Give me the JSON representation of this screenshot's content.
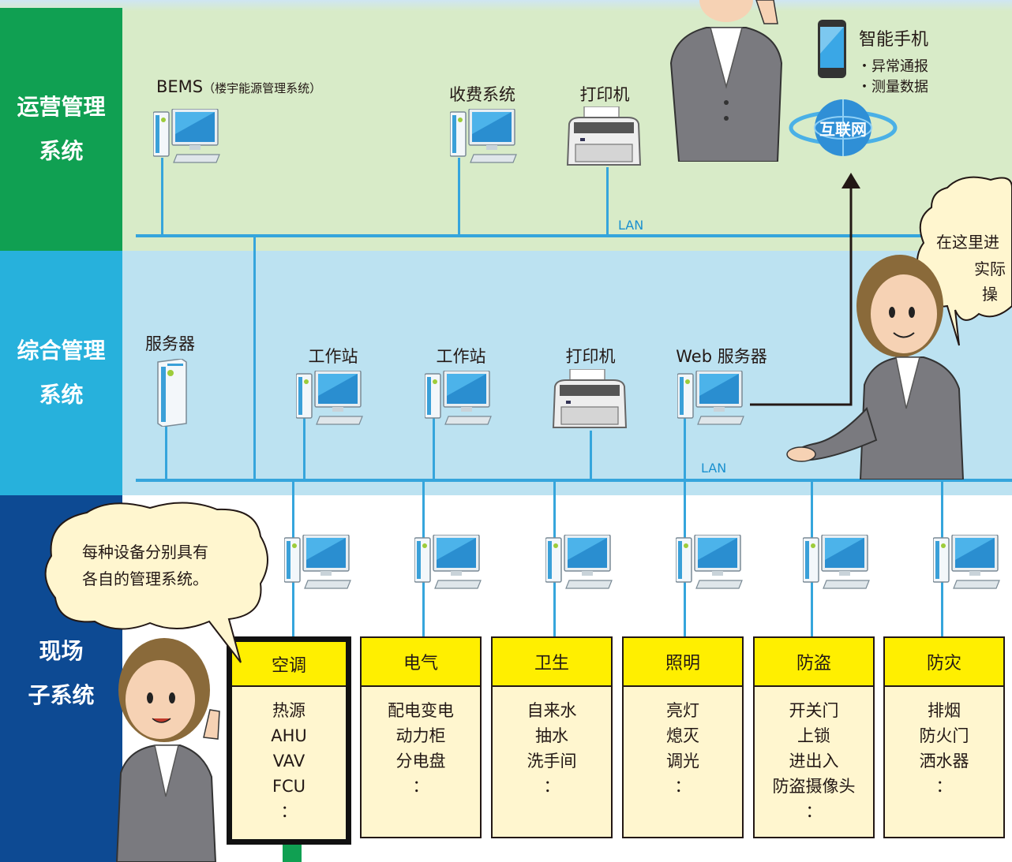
{
  "layers": {
    "ops": {
      "line1": "运营管理",
      "line2": "系统",
      "color": "#10a052"
    },
    "integrated": {
      "line1": "综合管理",
      "line2": "系统",
      "color": "#27b1dc"
    },
    "field": {
      "line1": "现场",
      "line2": "子系统",
      "color": "#0d4a93"
    }
  },
  "ops_layer": {
    "bems_label": "BEMS",
    "bems_sub": "（楼宇能源管理系统）",
    "billing_label": "收费系统",
    "printer_label": "打印机",
    "lan_label": "LAN",
    "smartphone_label": "智能手机",
    "smartphone_items": [
      "・异常通报",
      "・测量数据"
    ],
    "internet_label": "互联网"
  },
  "integrated_layer": {
    "server_label": "服务器",
    "workstation1_label": "工作站",
    "workstation2_label": "工作站",
    "printer_label": "打印机",
    "web_server_label": "Web 服务器",
    "lan_label": "LAN"
  },
  "bubbles": {
    "right_line1": "在这里进",
    "right_line2": "实际操",
    "left_line1": "每种设备分别具有",
    "left_line2": "各自的管理系统。"
  },
  "subsystems": [
    {
      "title": "空调",
      "items": "热源\nAHU\nVAV\nFCU\n：",
      "selected": true
    },
    {
      "title": "电气",
      "items": "配电变电\n动力柜\n分电盘\n：",
      "selected": false
    },
    {
      "title": "卫生",
      "items": "自来水\n抽水\n洗手间\n：",
      "selected": false
    },
    {
      "title": "照明",
      "items": "亮灯\n熄灭\n调光\n：",
      "selected": false
    },
    {
      "title": "防盗",
      "items": "开关门\n上锁\n进出入\n防盗摄像头\n：",
      "selected": false
    },
    {
      "title": "防灾",
      "items": "排烟\n防火门\n洒水器\n：",
      "selected": false
    }
  ]
}
